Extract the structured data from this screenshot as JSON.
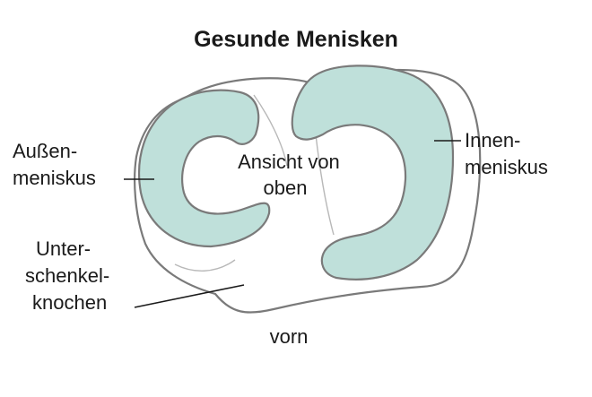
{
  "title": "Gesunde Menisken",
  "labels": {
    "lateral_meniscus": [
      "Außen-",
      "meniskus"
    ],
    "medial_meniscus": [
      "Innen-",
      "meniskus"
    ],
    "view": [
      "Ansicht von",
      "oben"
    ],
    "tibia": [
      "Unter-",
      "schenkel-",
      "knochen"
    ],
    "front": "vorn"
  },
  "colors": {
    "meniscus_fill": "#bfe0da",
    "outline": "#7a7a7a",
    "text": "#1a1a1a"
  }
}
